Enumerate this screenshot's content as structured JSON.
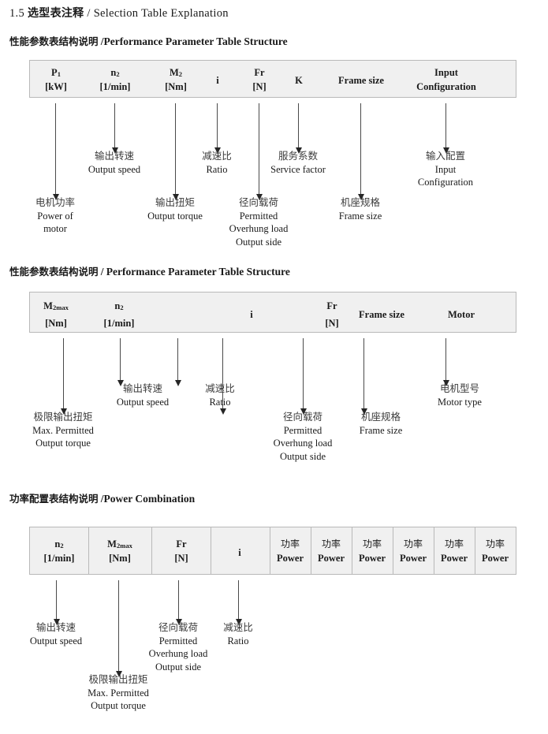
{
  "title": {
    "number": "1.5",
    "cn": "选型表注释",
    "sep": "/",
    "en": "Selection Table Explanation"
  },
  "sections": [
    {
      "heading": {
        "cn": "性能参数表结构说明",
        "sep": "/",
        "en": "Performance Parameter Table Structure"
      },
      "table": {
        "columns": [
          {
            "top": "P",
            "top_sub": "1",
            "bottom": "[kW]"
          },
          {
            "top": "n",
            "top_sub": "2",
            "bottom": "[1/min]"
          },
          {
            "top": "M",
            "top_sub": "2",
            "bottom": "[Nm]"
          },
          {
            "mid": "i"
          },
          {
            "top": "Fr",
            "bottom": "[N]"
          },
          {
            "mid": "K"
          },
          {
            "mid": "Frame size"
          },
          {
            "top": "Input",
            "bottom": "Configuration"
          }
        ]
      },
      "notes": [
        {
          "cn": "电机功率",
          "en": [
            "Power of",
            "motor"
          ]
        },
        {
          "cn": "输出转速",
          "en": [
            "Output speed"
          ]
        },
        {
          "cn": "输出扭矩",
          "en": [
            "Output torque"
          ]
        },
        {
          "cn": "减速比",
          "en": [
            "Ratio"
          ]
        },
        {
          "cn": "径向载荷",
          "en": [
            "Permitted",
            "Overhung load",
            "Output side"
          ]
        },
        {
          "cn": "服务系数",
          "en": [
            "Service factor"
          ]
        },
        {
          "cn": "机座规格",
          "en": [
            "Frame size"
          ]
        },
        {
          "cn": "输入配置",
          "en": [
            "Input",
            "Configuration"
          ]
        }
      ]
    },
    {
      "heading": {
        "cn": "性能参数表结构说明",
        "sep": "/",
        "en": "Performance Parameter Table Structure"
      },
      "table": {
        "columns": [
          {
            "top": "M",
            "top_sub": "2max",
            "bottom": "[Nm]"
          },
          {
            "top": "n",
            "top_sub": "2",
            "bottom": "[1/min]"
          },
          {
            "mid": "i"
          },
          {
            "top": "Fr",
            "bottom": "[N]"
          },
          {
            "mid": "Frame size"
          },
          {
            "mid": "Motor"
          }
        ]
      },
      "notes": [
        {
          "cn": "极限输出扭矩",
          "en": [
            "Max. Permitted",
            "Output  torque"
          ]
        },
        {
          "cn": "输出转速",
          "en": [
            "Output speed"
          ]
        },
        {
          "cn": "减速比",
          "en": [
            "Ratio"
          ]
        },
        {
          "cn": "径向载荷",
          "en": [
            "Permitted",
            "Overhung load",
            "Output side"
          ]
        },
        {
          "cn": "机座规格",
          "en": [
            "Frame size"
          ]
        },
        {
          "cn": "电机型号",
          "en": [
            "Motor type"
          ]
        }
      ]
    },
    {
      "heading": {
        "cn": "功率配置表结构说明",
        "sep": "/",
        "en": "Power Combination"
      },
      "table": {
        "columns": [
          {
            "top": "n",
            "top_sub": "2",
            "bottom": "[1/min]"
          },
          {
            "top": "M",
            "top_sub": "2max",
            "bottom": "[Nm]"
          },
          {
            "top": "Fr",
            "bottom": "[N]"
          },
          {
            "mid": "i"
          },
          {
            "cn_top": "功率",
            "bottom": "Power"
          },
          {
            "cn_top": "功率",
            "bottom": "Power"
          },
          {
            "cn_top": "功率",
            "bottom": "Power"
          },
          {
            "cn_top": "功率",
            "bottom": "Power"
          },
          {
            "cn_top": "功率",
            "bottom": "Power"
          },
          {
            "cn_top": "功率",
            "bottom": "Power"
          }
        ]
      },
      "notes": [
        {
          "cn": "输出转速",
          "en": [
            "Output speed"
          ]
        },
        {
          "cn": "极限输出扭矩",
          "en": [
            "Max. Permitted",
            "Output  torque"
          ]
        },
        {
          "cn": "径向载荷",
          "en": [
            "Permitted",
            "Overhung load",
            "Output side"
          ]
        },
        {
          "cn": "减速比",
          "en": [
            "Ratio"
          ]
        }
      ]
    }
  ]
}
